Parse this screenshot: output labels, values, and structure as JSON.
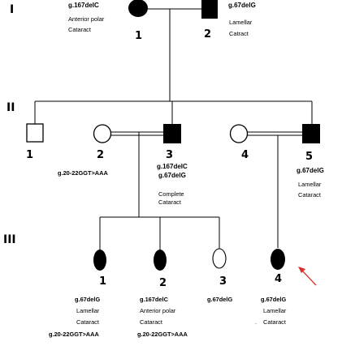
{
  "generations": {
    "I": "I",
    "II": "II",
    "III": "III"
  },
  "gen1": {
    "left": {
      "number": "1",
      "mutation": "g.167delC",
      "phenotype_line1": "Anterior polar",
      "phenotype_line2": "Cataract"
    },
    "right": {
      "number": "2",
      "mutation": "g.67delG",
      "phenotype_line1": "Lamellar",
      "phenotype_line2": "Catract"
    }
  },
  "gen2": {
    "ind1": {
      "number": "1"
    },
    "ind2": {
      "number": "2",
      "variant": "g.20-22GGT>AAA"
    },
    "ind3": {
      "number": "3",
      "mutation1": "g.167delC",
      "mutation2": "g.67delG",
      "phenotype_line1": "Complete",
      "phenotype_line2": "Cataract"
    },
    "ind4": {
      "number": "4"
    },
    "ind5": {
      "number": "5",
      "mutation": "g.67delG",
      "phenotype_line1": "Lamellar",
      "phenotype_line2": "Cataract"
    }
  },
  "gen3": {
    "ind1": {
      "number": "1",
      "mutation": "g.67delG",
      "phenotype_line1": "Lamellar",
      "phenotype_line2": "Cataract",
      "variant": "g.20-22GGT>AAA"
    },
    "ind2": {
      "number": "2",
      "mutation": "g.167delC",
      "phenotype_line1": "Anterior polar",
      "phenotype_line2": "Cataract",
      "variant": "g.20-22GGT>AAA"
    },
    "ind3": {
      "number": "3",
      "mutation": "g.67delG"
    },
    "ind4": {
      "number": "4",
      "mutation": "g.67delG",
      "phenotype_line1": "Lamellar",
      "phenotype_line2": "Cataract",
      "dot": "."
    }
  },
  "colors": {
    "line": "#000000",
    "affected": "#000000",
    "unaffected": "#ffffff",
    "arrow": "#d9302c"
  },
  "symbols": {
    "gen1_left": "affected-female-circle",
    "gen1_right": "affected-male-square",
    "gen2_1": "unaffected-male-square",
    "gen2_2": "unaffected-female-circle",
    "gen2_3": "affected-male-square",
    "gen2_4": "unaffected-female-circle",
    "gen2_5": "affected-male-square",
    "gen3_1": "affected-female-oval",
    "gen3_2": "affected-female-oval",
    "gen3_3": "unaffected-female-oval",
    "gen3_4": "affected-female-oval",
    "proband": "red-arrow"
  }
}
